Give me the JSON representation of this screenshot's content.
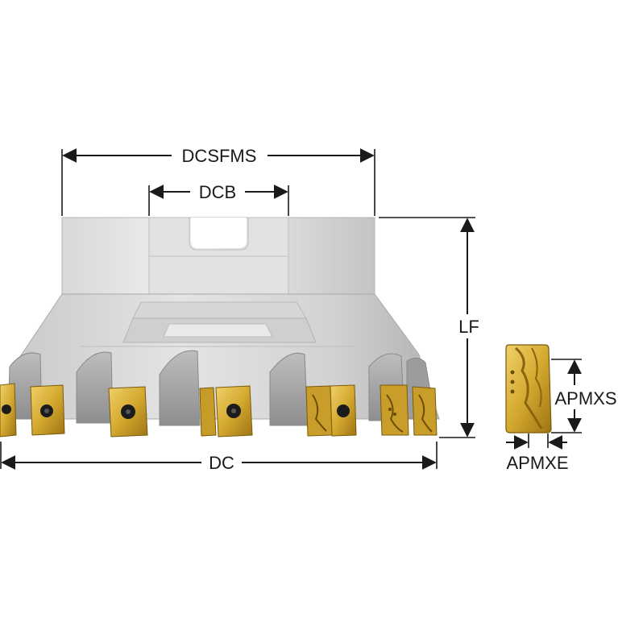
{
  "labels": {
    "dcsfms": "DCSFMS",
    "dcb": "DCB",
    "lf": "LF",
    "dc": "DC",
    "apmxs": "APMXS",
    "apmxe": "APMXE"
  },
  "colors": {
    "line": "#1a1a1a",
    "body_light": "#e6e6e6",
    "body_mid": "#cfcfcf",
    "body_dark": "#a9a9a9",
    "insert_gold": "#d9b23a",
    "insert_gold_dark": "#a77f16",
    "screw": "#1c1c1c"
  },
  "icons": {
    "tool": "face-mill-cutter-icon",
    "insert": "carbide-insert-icon"
  }
}
